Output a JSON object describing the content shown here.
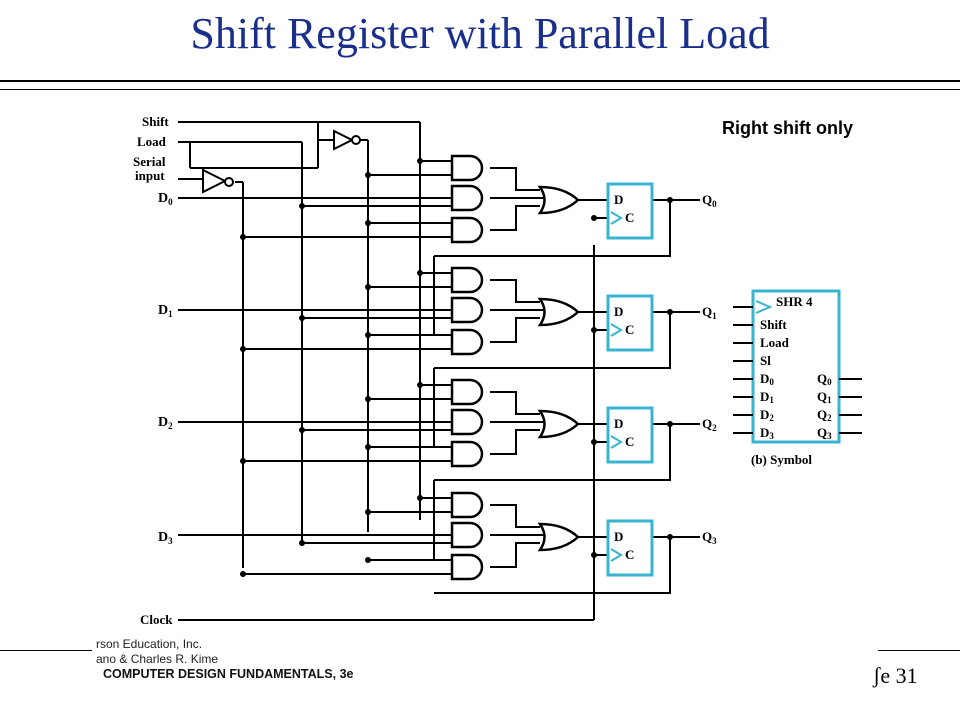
{
  "slide": {
    "title": "Shift Register with Parallel Load",
    "annotation": "Right shift only",
    "credit_line1": "rson Education, Inc.",
    "credit_line2": "ano & Charles R. Kime",
    "credit_line3": "COMPUTER DESIGN FUNDAMENTALS, 3e",
    "page_number": "ʃe 31"
  },
  "circuit": {
    "inputs": {
      "shift": "Shift",
      "load": "Load",
      "serial_line1": "Serial",
      "serial_line2": "input",
      "d0": "D",
      "d1": "D",
      "d2": "D",
      "d3": "D",
      "clock": "Clock"
    },
    "subscripts": [
      "0",
      "1",
      "2",
      "3"
    ],
    "flipflops": [
      {
        "d": "D",
        "c": "C",
        "q": "Q",
        "qsub": "0"
      },
      {
        "d": "D",
        "c": "C",
        "q": "Q",
        "qsub": "1"
      },
      {
        "d": "D",
        "c": "C",
        "q": "Q",
        "qsub": "2"
      },
      {
        "d": "D",
        "c": "C",
        "q": "Q",
        "qsub": "3"
      }
    ]
  },
  "symbol": {
    "name": "SHR 4",
    "pins_left": [
      "Shift",
      "Load",
      "Sl"
    ],
    "d_pins": [
      "D",
      "D",
      "D",
      "D"
    ],
    "q_pins": [
      "Q",
      "Q",
      "Q",
      "Q"
    ],
    "subscripts": [
      "0",
      "1",
      "2",
      "3"
    ],
    "caption": "(b) Symbol"
  },
  "colors": {
    "title": "#1a2f8c",
    "flipflop_border": "#39b4d0",
    "wire": "#000000"
  }
}
